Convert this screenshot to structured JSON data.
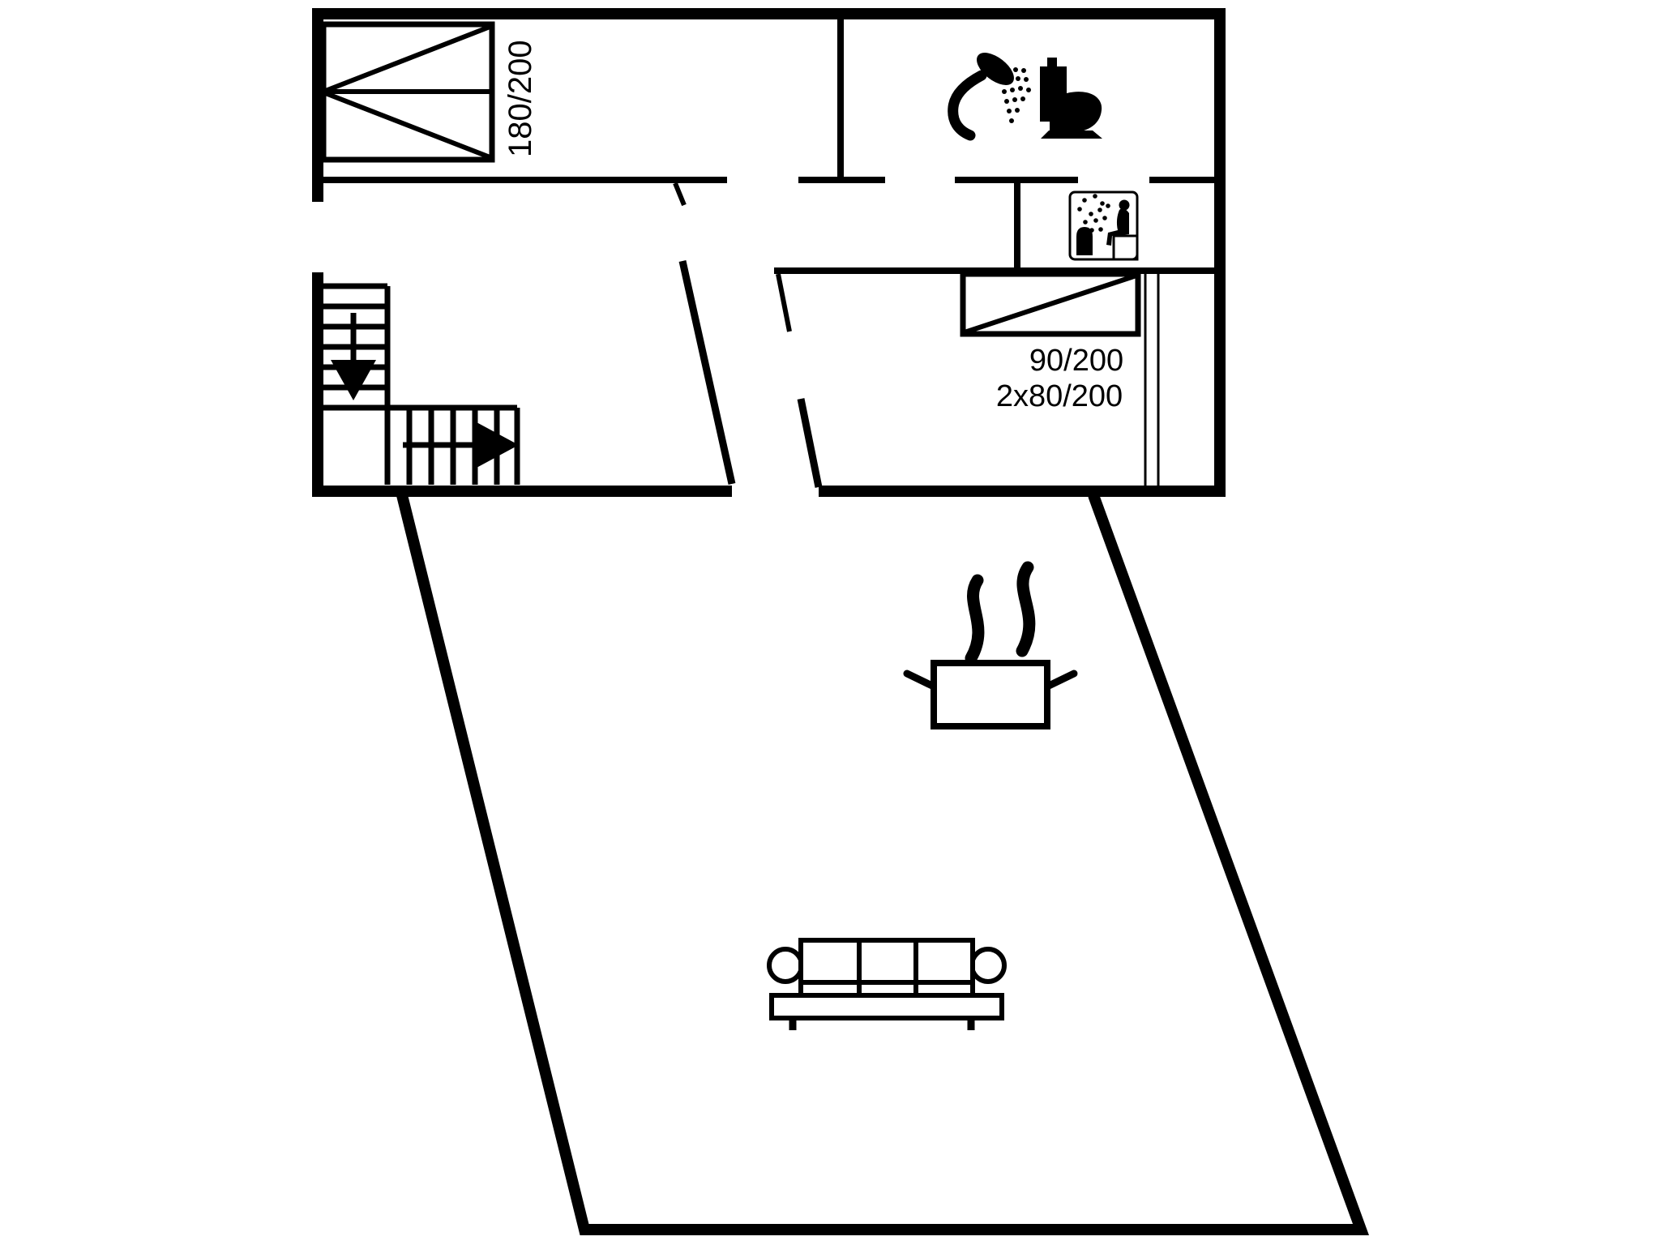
{
  "labels": {
    "double_bed": "180/200",
    "single_bed": "90/200",
    "bunk_bed": "2x80/200"
  },
  "colors": {
    "wall": "#000000",
    "background": "#ffffff",
    "steam_gray": "#b0b3b6",
    "text": "#000000"
  },
  "icons": [
    "double-bed-icon",
    "shower-icon",
    "toilet-icon",
    "sauna-icon",
    "single-bed-icon",
    "door-leaf-icon",
    "window-lines",
    "stairs-down-arrow-icon",
    "stairs-right-arrow-icon",
    "cooking-pot-icon",
    "steam-icon",
    "sofa-icon"
  ]
}
